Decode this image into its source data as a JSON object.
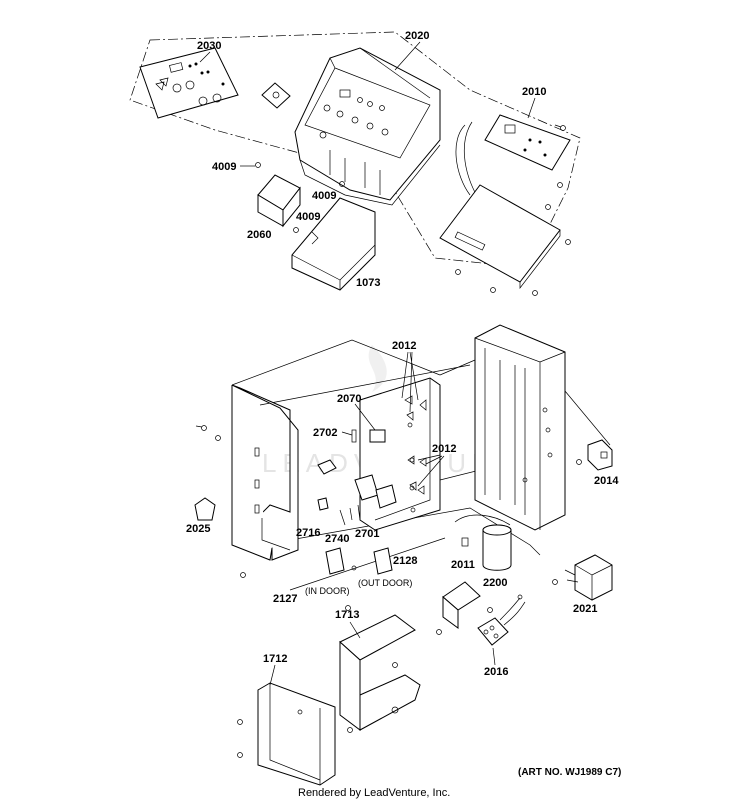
{
  "callouts": {
    "c2030": "2030",
    "c2020": "2020",
    "c2010": "2010",
    "c4009a": "4009",
    "c4009b": "4009",
    "c4009c": "4009",
    "c2060": "2060",
    "c1073": "1073",
    "c2012a": "2012",
    "c2012b": "2012",
    "c2070": "2070",
    "c2702": "2702",
    "c2014": "2014",
    "c2025": "2025",
    "c2716": "2716",
    "c2701": "2701",
    "c2740": "2740",
    "c2128": "2128",
    "c2127": "2127",
    "c2011": "2011",
    "c2200": "2200",
    "c2021": "2021",
    "c2016": "2016",
    "c1713": "1713",
    "c1712": "1712"
  },
  "labels": {
    "in_door": "(IN DOOR)",
    "out_door": "(OUT DOOR)"
  },
  "art_number": "(ART NO. WJ1989 C7)",
  "footer": "Rendered by LeadVenture, Inc.",
  "watermark": "LEADVENTURE"
}
